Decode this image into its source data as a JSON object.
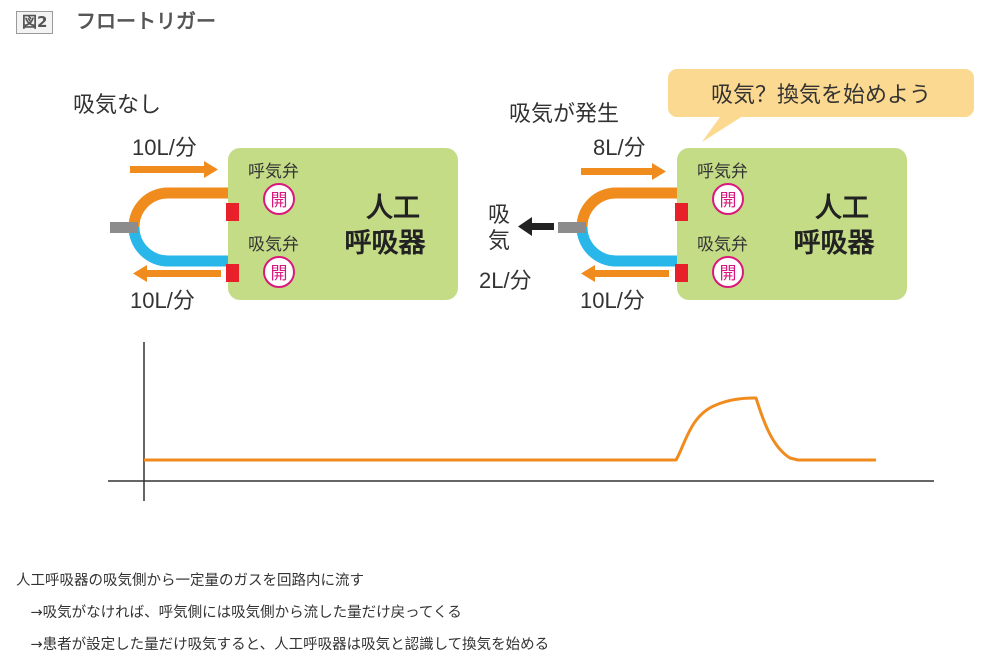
{
  "figure": {
    "tag": "図2",
    "title": "フロートリガー"
  },
  "left_panel": {
    "state_label": "吸気なし",
    "top_flow": "10L/分",
    "bottom_flow": "10L/分",
    "ventilator_label_line1": "人工",
    "ventilator_label_line2": "呼吸器",
    "exhale_valve_label": "呼気弁",
    "inhale_valve_label": "吸気弁",
    "valve_state": "開"
  },
  "right_panel": {
    "state_label": "吸気が発生",
    "speech_bubble": "吸気？換気を始めよう",
    "top_flow": "8L/分",
    "bottom_flow": "10L/分",
    "patient_inhale_char1": "吸",
    "patient_inhale_char2": "気",
    "patient_inhale_flow": "2L/分",
    "ventilator_label_line1": "人工",
    "ventilator_label_line2": "呼吸器",
    "exhale_valve_label": "呼気弁",
    "inhale_valve_label": "吸気弁",
    "valve_state": "開"
  },
  "colors": {
    "orange": "#f08b1e",
    "blue": "#29b6e9",
    "gray": "#8c8c8c",
    "green_box": "#c5dc87",
    "red_port": "#e8202a",
    "magenta": "#d9187c",
    "bubble": "#fcd990",
    "arrow_dark": "#222222"
  },
  "captions": {
    "line1": "人工呼吸器の吸気側から一定量のガスを回路内に流す",
    "line2": "　→吸気がなければ、呼気側には吸気側から流した量だけ戻ってくる",
    "line3": "　→患者が設定した量だけ吸気すると、人工呼吸器は吸気と認識して換気を始める"
  }
}
